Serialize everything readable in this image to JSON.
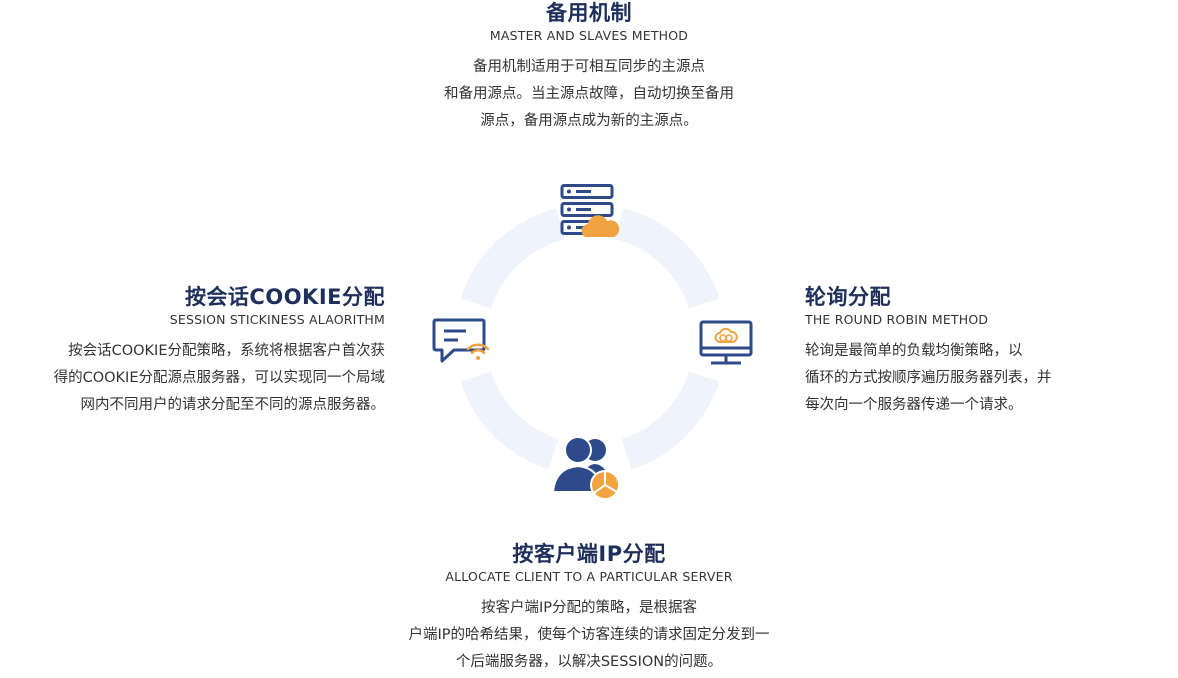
{
  "top": {
    "title": "备用机制",
    "subtitle": "MASTER AND SLAVES METHOD",
    "lines": [
      "备用机制适用于可相互同步的主源点",
      "和备用源点。当主源点故障，自动切换至备用",
      "源点，备用源点成为新的主源点。"
    ]
  },
  "left": {
    "title": "按会话COOKIE分配",
    "subtitle": "SESSION STICKINESS ALAORITHM",
    "lines": [
      "按会话COOKIE分配策略，系统将根据客户首次获",
      "得的COOKIE分配源点服务器，可以实现同一个局域",
      "网内不同用户的请求分配至不同的源点服务器。"
    ]
  },
  "right": {
    "title": "轮询分配",
    "subtitle": "THE ROUND ROBIN METHOD",
    "lines": [
      "轮询是最简单的负载均衡策略，以",
      "循环的方式按顺序遍历服务器列表，并",
      "每次向一个服务器传递一个请求。"
    ]
  },
  "bottom": {
    "title": "按客户端IP分配",
    "subtitle": "ALLOCATE CLIENT TO A PARTICULAR SERVER",
    "lines": [
      "按客户端IP分配的策略，是根据客",
      "户端IP的哈希结果，使每个访客连续的请求固定分发到一",
      "个后端服务器，以解决SESSION的问题。"
    ]
  },
  "colors": {
    "title": "#1e2f5b",
    "icon_blue": "#2d4a8a",
    "icon_orange": "#f0a340",
    "ring": "#eef3fc"
  },
  "icons": {
    "top": "server-cloud-icon",
    "left": "chat-wifi-icon",
    "right": "monitor-cloud-icon",
    "bottom": "users-pie-icon"
  }
}
